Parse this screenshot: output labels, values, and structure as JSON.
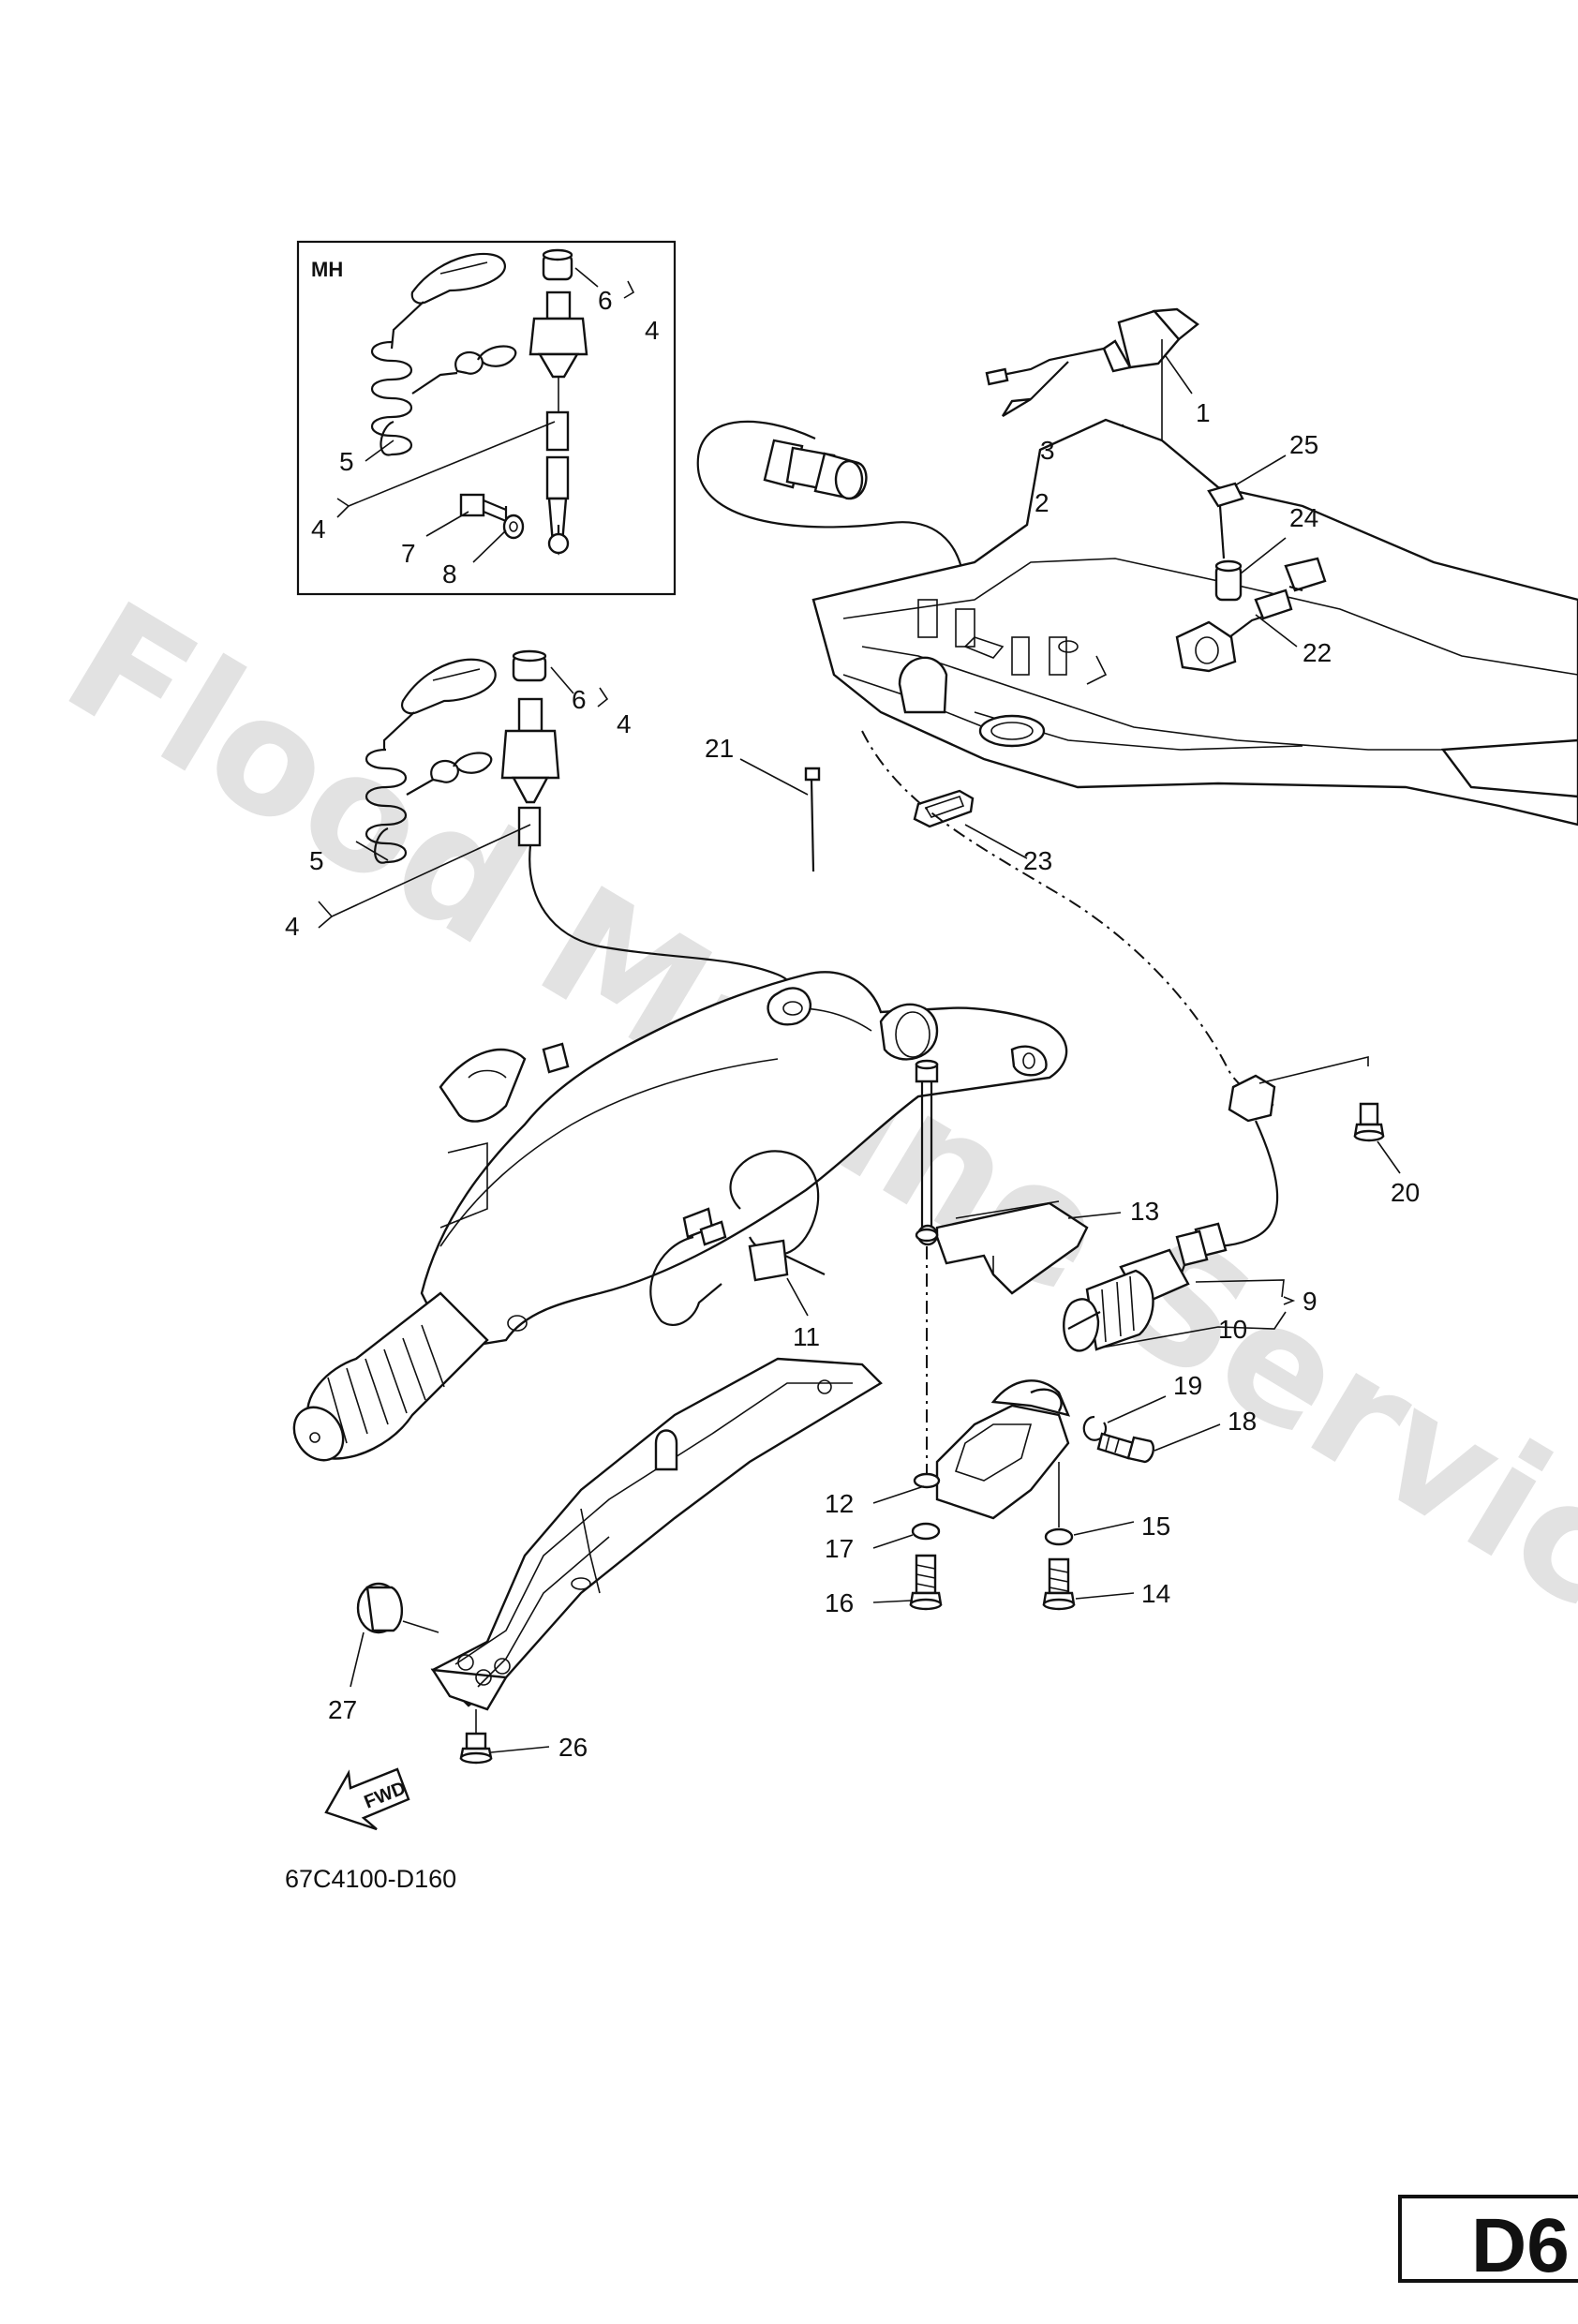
{
  "diagram": {
    "watermark": "Flood Marine Services",
    "inset_label": "MH",
    "reference_code": "67C4100-D160",
    "page_code": "D6",
    "fwd_label": "FWD"
  },
  "callouts": [
    {
      "id": "c1",
      "text": "1"
    },
    {
      "id": "c2",
      "text": "2"
    },
    {
      "id": "c3",
      "text": "3"
    },
    {
      "id": "c4a",
      "text": "4"
    },
    {
      "id": "c4b",
      "text": "4"
    },
    {
      "id": "c4c",
      "text": "4"
    },
    {
      "id": "c4d",
      "text": "4"
    },
    {
      "id": "c5a",
      "text": "5"
    },
    {
      "id": "c5b",
      "text": "5"
    },
    {
      "id": "c6a",
      "text": "6"
    },
    {
      "id": "c6b",
      "text": "6"
    },
    {
      "id": "c7",
      "text": "7"
    },
    {
      "id": "c8",
      "text": "8"
    },
    {
      "id": "c9",
      "text": "9"
    },
    {
      "id": "c10",
      "text": "10"
    },
    {
      "id": "c11",
      "text": "11"
    },
    {
      "id": "c12",
      "text": "12"
    },
    {
      "id": "c13",
      "text": "13"
    },
    {
      "id": "c14",
      "text": "14"
    },
    {
      "id": "c15",
      "text": "15"
    },
    {
      "id": "c16",
      "text": "16"
    },
    {
      "id": "c17",
      "text": "17"
    },
    {
      "id": "c18",
      "text": "18"
    },
    {
      "id": "c19",
      "text": "19"
    },
    {
      "id": "c20",
      "text": "20"
    },
    {
      "id": "c21",
      "text": "21"
    },
    {
      "id": "c22",
      "text": "22"
    },
    {
      "id": "c23",
      "text": "23"
    },
    {
      "id": "c24",
      "text": "24"
    },
    {
      "id": "c25",
      "text": "25"
    },
    {
      "id": "c26",
      "text": "26"
    },
    {
      "id": "c27",
      "text": "27"
    }
  ]
}
